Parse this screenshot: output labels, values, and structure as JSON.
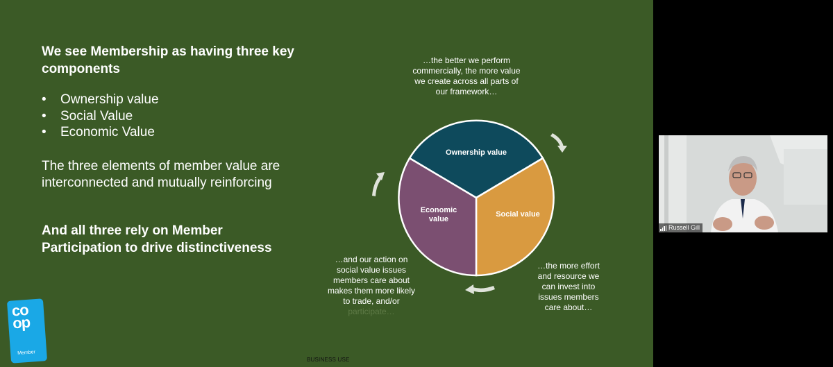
{
  "slide": {
    "heading": "We see Membership as having three key components",
    "bullets": [
      "Ownership value",
      "Social Value",
      "Economic Value"
    ],
    "paragraph": "The three elements of member value are interconnected and mutually reinforcing",
    "bold_paragraph": "And all three rely on Member Participation to drive distinctiveness",
    "diagram": {
      "segments": [
        {
          "label": "Ownership value",
          "color": "#0e4a5c"
        },
        {
          "label": "Social value",
          "color": "#d99a40"
        },
        {
          "label_line1": "Economic",
          "label_line2": "value",
          "color": "#7b4f71"
        }
      ],
      "caption_top": "…the better we perform commercially, the more value we create across all parts of our framework…",
      "caption_right": "…the more effort and resource we can invest into issues members care about…",
      "caption_left": "…and our action on social value issues members care about makes them more likely to trade, and/or",
      "caption_left_faded": "participate…"
    },
    "logo": {
      "word_line1": "co",
      "word_line2": "op",
      "sub": "Member"
    },
    "footer": "BUSINESS USE",
    "background": "#3b5a26"
  },
  "video": {
    "participant_name": "Russell Gill"
  }
}
